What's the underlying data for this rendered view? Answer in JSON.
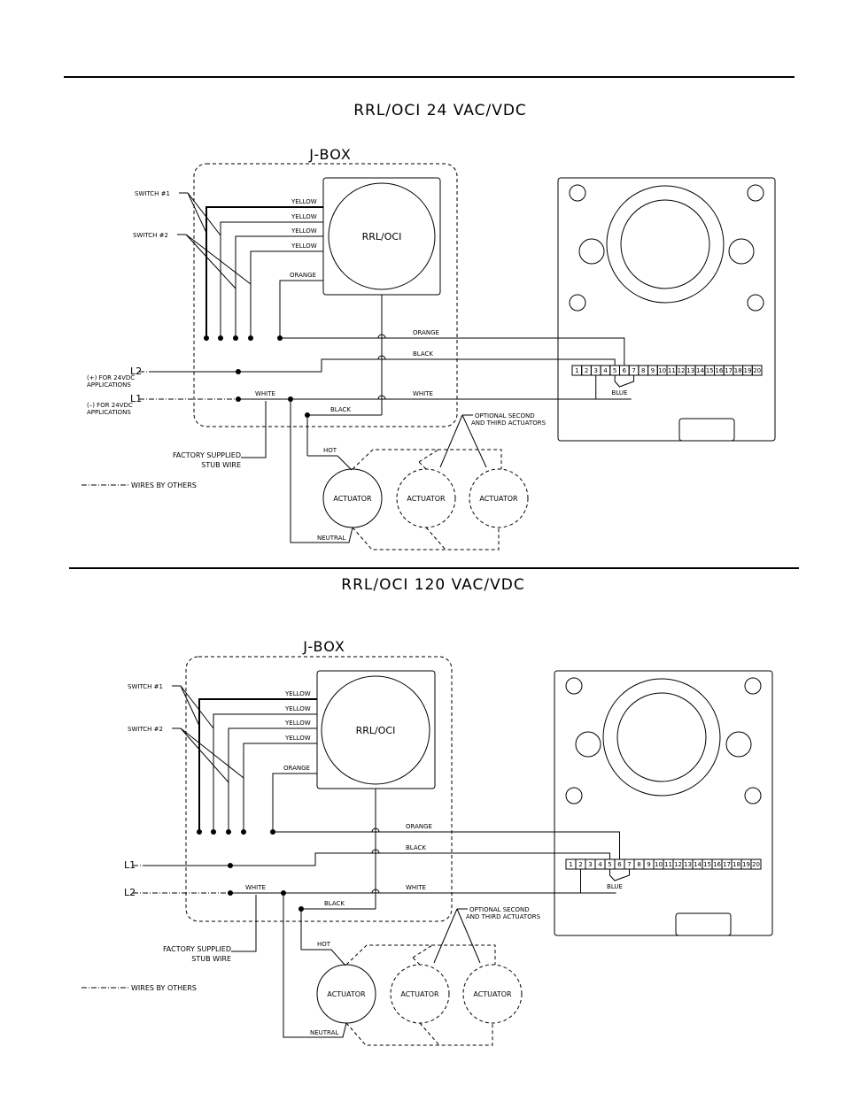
{
  "diagrams": [
    {
      "title": "RRL/OCI 24 VAC/VDC",
      "jbox_label": "J-BOX",
      "device_label": "RRL/OCI",
      "switch1_label": "SWITCH #1",
      "switch2_label": "SWITCH #2",
      "wire_labels": [
        "YELLOW",
        "YELLOW",
        "YELLOW",
        "YELLOW"
      ],
      "orange_label": "ORANGE",
      "orange_run_label": "ORANGE",
      "black_run_label": "BLACK",
      "white_run_label": "WHITE",
      "white_stub_label": "WHITE",
      "black_label": "BLACK",
      "line_a_label": "L2",
      "line_b_label": "L1",
      "note_plus_1": "(+) FOR 24VDC",
      "note_plus_2": "APPLICATIONS",
      "note_minus_1": "(–) FOR 24VDC",
      "note_minus_2": "APPLICATIONS",
      "stub_1": "FACTORY SUPPLIED",
      "stub_2": "STUB WIRE",
      "legend": "WIRES BY OTHERS",
      "hot": "HOT",
      "neutral": "NEUTRAL",
      "optional_1": "OPTIONAL SECOND",
      "optional_2": "AND THIRD ACTUATORS",
      "actuator_labels": [
        "ACTUATOR",
        "ACTUATOR",
        "ACTUATOR"
      ],
      "blue_label": "BLUE",
      "terminals": [
        "1",
        "2",
        "3",
        "4",
        "5",
        "6",
        "7",
        "8",
        "9",
        "10",
        "11",
        "12",
        "13",
        "14",
        "15",
        "16",
        "17",
        "18",
        "19",
        "20"
      ]
    },
    {
      "title": "RRL/OCI 120 VAC/VDC",
      "jbox_label": "J-BOX",
      "device_label": "RRL/OCI",
      "switch1_label": "SWITCH #1",
      "switch2_label": "SWITCH #2",
      "wire_labels": [
        "YELLOW",
        "YELLOW",
        "YELLOW",
        "YELLOW"
      ],
      "orange_label": "ORANGE",
      "orange_run_label": "ORANGE",
      "black_run_label": "BLACK",
      "white_run_label": "WHITE",
      "white_stub_label": "WHITE",
      "black_label": "BLACK",
      "line_a_label": "L1",
      "line_b_label": "L2",
      "stub_1": "FACTORY SUPPLIED",
      "stub_2": "STUB WIRE",
      "legend": "WIRES BY OTHERS",
      "hot": "HOT",
      "neutral": "NEUTRAL",
      "optional_1": "OPTIONAL SECOND",
      "optional_2": "AND THIRD ACTUATORS",
      "actuator_labels": [
        "ACTUATOR",
        "ACTUATOR",
        "ACTUATOR"
      ],
      "blue_label": "BLUE",
      "terminals": [
        "1",
        "2",
        "3",
        "4",
        "5",
        "6",
        "7",
        "8",
        "9",
        "10",
        "11",
        "12",
        "13",
        "14",
        "15",
        "16",
        "17",
        "18",
        "19",
        "20"
      ]
    }
  ]
}
